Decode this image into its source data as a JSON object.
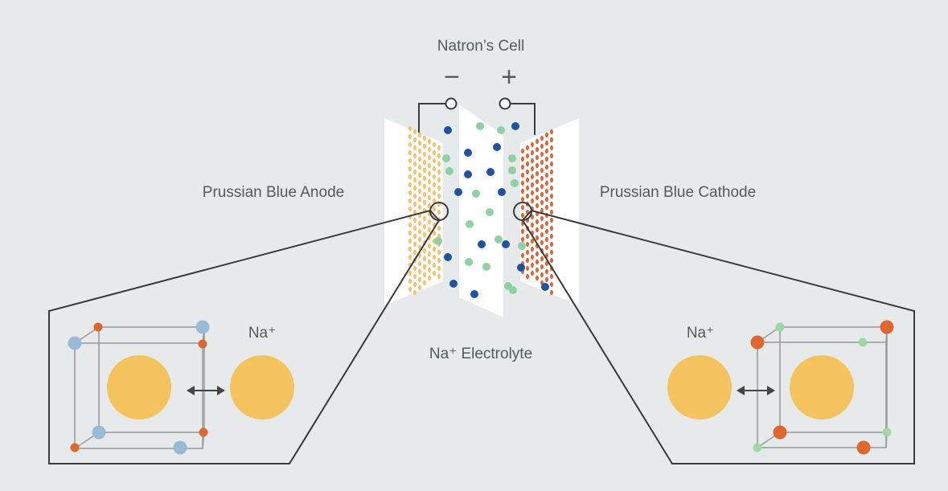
{
  "title": "Natron’s Cell",
  "terminals": {
    "negative": "−",
    "positive": "+"
  },
  "labels": {
    "anode": "Prussian Blue Anode",
    "cathode": "Prussian Blue Cathode",
    "electrolyte": "Na⁺ Electrolyte",
    "ion_left": "Na⁺",
    "ion_right": "Na⁺"
  },
  "colors": {
    "background": "#e6eaeb",
    "anode_dots": "#f3c26a",
    "cathode_dots": "#d9693a",
    "electrolyte_blue": "#1f52a3",
    "electrolyte_green": "#8fd1a2",
    "sodium_ion": "#f4c35e",
    "lattice_blue": "#9abbd6",
    "lattice_orange": "#e0662f",
    "lattice_green": "#9ed8a6",
    "line": "#4a4a4a"
  }
}
